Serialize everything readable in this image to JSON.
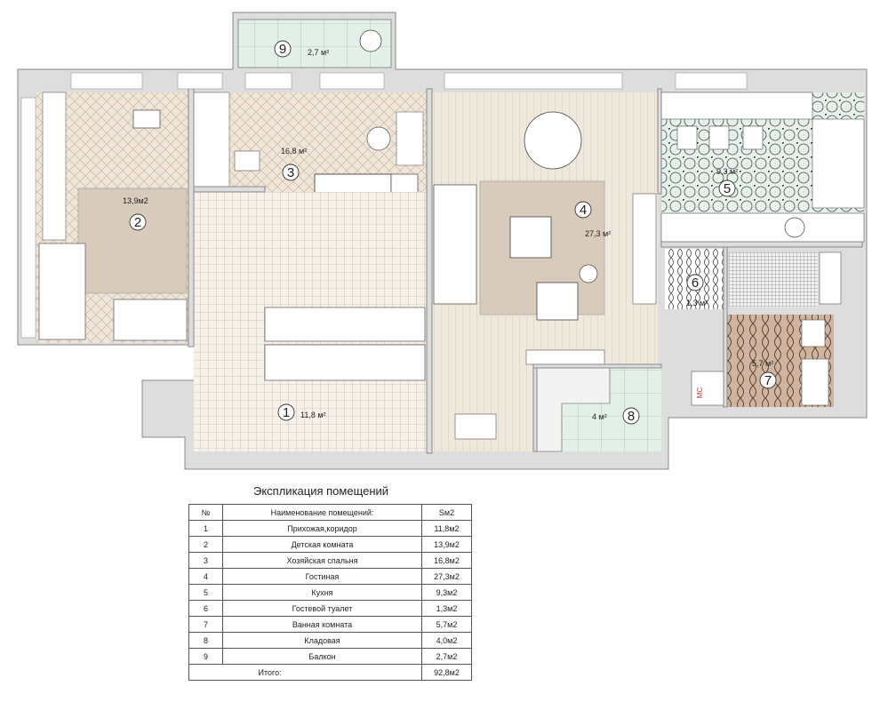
{
  "plan": {
    "rooms": [
      {
        "num": "1",
        "area": "11,8 м²"
      },
      {
        "num": "2",
        "area": "13,9м2"
      },
      {
        "num": "3",
        "area": "16,8 м²"
      },
      {
        "num": "4",
        "area": "27,3 м²"
      },
      {
        "num": "5",
        "area": "9,3 м²"
      },
      {
        "num": "6",
        "area": "1,3 м²"
      },
      {
        "num": "7",
        "area": "5,7 м²"
      },
      {
        "num": "8",
        "area": "4 м²"
      },
      {
        "num": "9",
        "area": "2,7 м²"
      }
    ],
    "mc_label": "МС"
  },
  "explication": {
    "title": "Экспликация помещений",
    "headers": {
      "num": "№",
      "name": "Наименование помещений:",
      "area": "Sм2"
    },
    "rows": [
      {
        "num": "1",
        "name": "Прихожая,коридор",
        "area": "11,8м2"
      },
      {
        "num": "2",
        "name": "Детская комната",
        "area": "13,9м2"
      },
      {
        "num": "3",
        "name": "Хозяйская спальня",
        "area": "16,8м2"
      },
      {
        "num": "4",
        "name": "Гостиная",
        "area": "27,3м2"
      },
      {
        "num": "5",
        "name": "Кухня",
        "area": "9,3м2"
      },
      {
        "num": "6",
        "name": "Гостевой туалет",
        "area": "1,3м2"
      },
      {
        "num": "7",
        "name": "Ванная комната",
        "area": "5,7м2"
      },
      {
        "num": "8",
        "name": "Кладовая",
        "area": "4,0м2"
      },
      {
        "num": "9",
        "name": "Балкон",
        "area": "2,7м2"
      }
    ],
    "total_label": "Итого:",
    "total_value": "92,8м2"
  },
  "colors": {
    "wall": "#dddddd",
    "wall_stroke": "#888888",
    "herringbone": "#efe6d9",
    "plank": "#efe8dc",
    "tile": "#f6f2ea",
    "carpet": "#d8cbbb",
    "kitchen_tile": "#e8f1ec",
    "bath_tile": "#cfb59f",
    "balcony_tile": "#e7f1ea",
    "green_tile": "#dfeee4"
  }
}
